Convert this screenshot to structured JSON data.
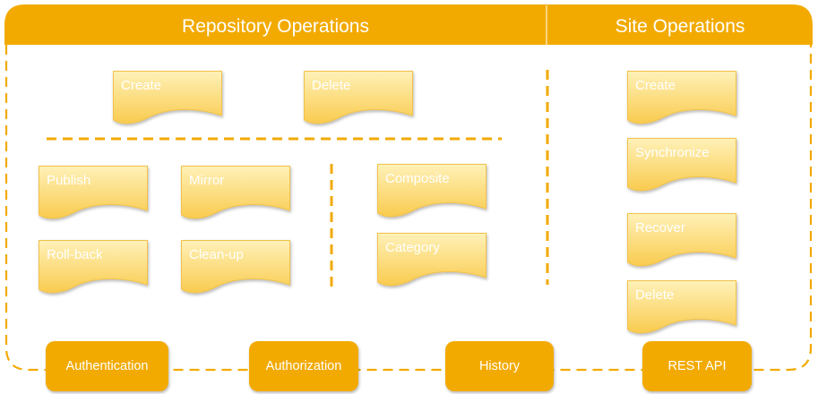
{
  "colors": {
    "accent": "#F2AA00",
    "note_fill_top": "#FFF1B8",
    "note_fill_bottom": "#F9CB4F",
    "note_stroke": "#F2C24A",
    "label": "#FFFFFF"
  },
  "headers": {
    "repository": "Repository Operations",
    "site": "Site Operations"
  },
  "repository_ops": {
    "top": [
      "Create",
      "Delete"
    ],
    "left": [
      "Publish",
      "Mirror",
      "Roll-back",
      "Clean-up"
    ],
    "right": [
      "Composite",
      "Category"
    ]
  },
  "site_ops": [
    "Create",
    "Synchronize",
    "Recover",
    "Delete"
  ],
  "services": [
    "Authentication",
    "Authorization",
    "History",
    "REST API"
  ]
}
